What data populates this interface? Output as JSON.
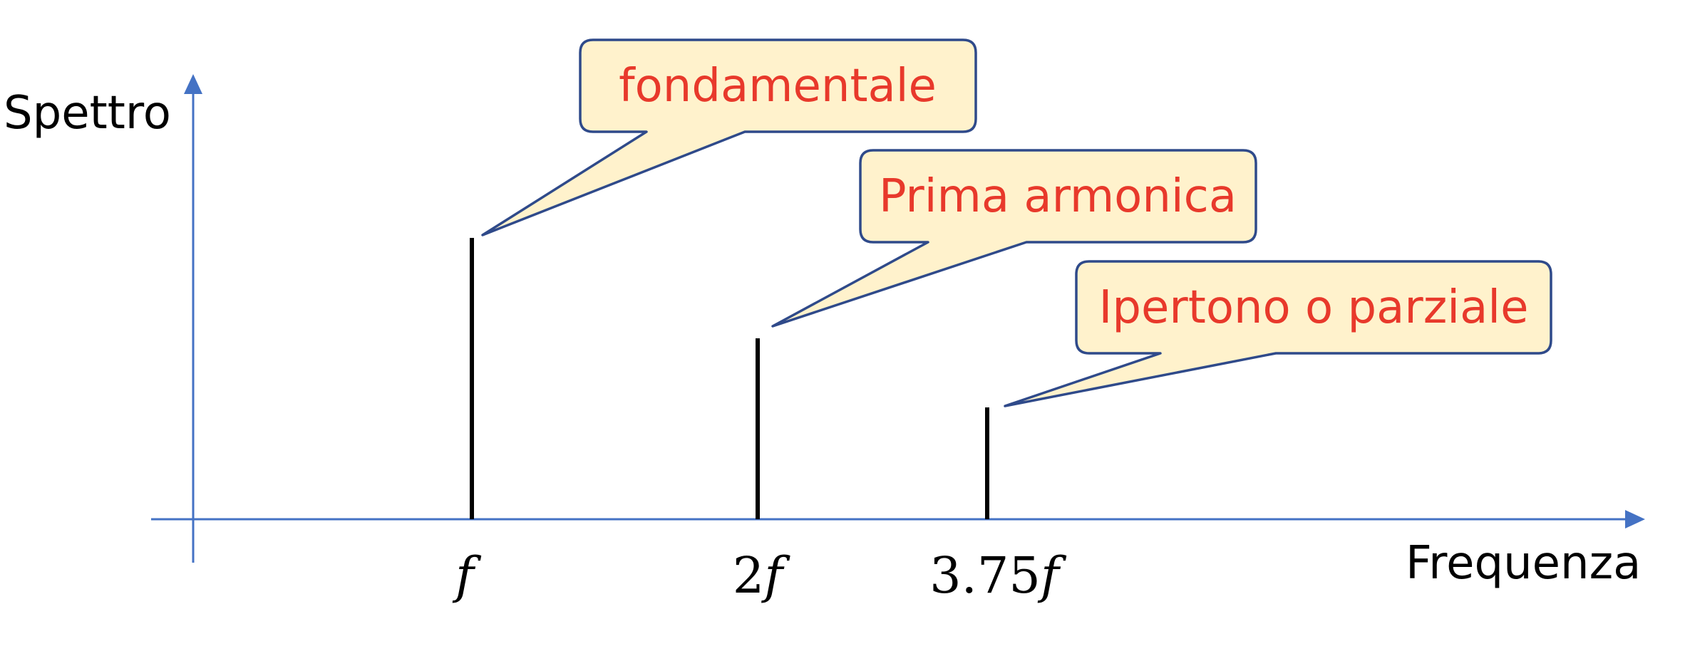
{
  "axes": {
    "y_label": "Spettro",
    "x_label": "Frequenza"
  },
  "peaks": [
    {
      "tick_label": "f",
      "callout": "fondamentale"
    },
    {
      "tick_label": "2f",
      "callout": "Prima armonica"
    },
    {
      "tick_label": "3.75f",
      "callout": "Ipertono o parziale"
    }
  ],
  "colors": {
    "axis": "#4472C4",
    "line": "#000000",
    "callout_fill": "#FFF2CC",
    "callout_border": "#2F4A8A",
    "callout_text": "#E8392B"
  }
}
